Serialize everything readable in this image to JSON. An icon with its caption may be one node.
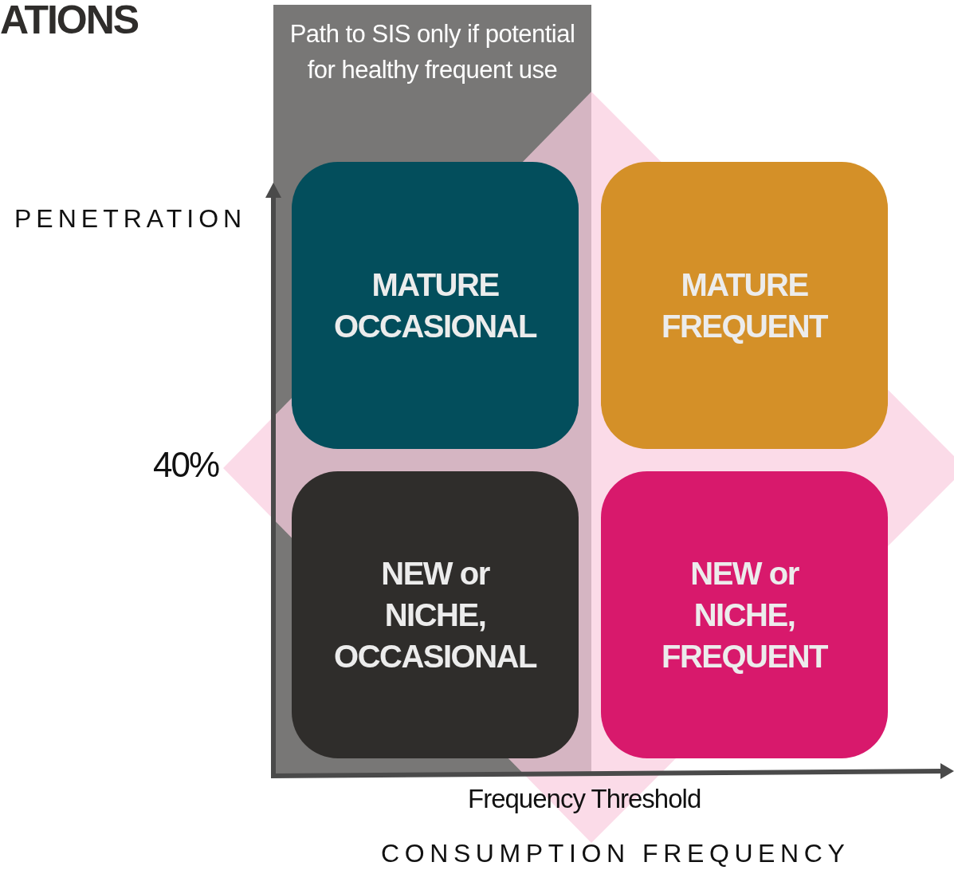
{
  "diagram": {
    "title": "ATIONS",
    "nodes": [
      {
        "text": [
          "Path to SIS only if potential for healthy frequent use"
        ]
      },
      {
        "text": [
          "MATURE OCCASIONAL"
        ],
        "in": 0
      },
      {
        "text": [
          "MATURE FREQUENT"
        ]
      },
      {
        "text": [
          "NEW or NICHE, OCCASIONAL"
        ],
        "in": 0
      },
      {
        "text": [
          "NEW or NICHE, FREQUENT"
        ]
      }
    ],
    "edges": [],
    "labels": [
      "PENETRATION",
      "40%",
      "Frequency Threshold",
      "CONSUMPTION FREQUENCY"
    ]
  }
}
